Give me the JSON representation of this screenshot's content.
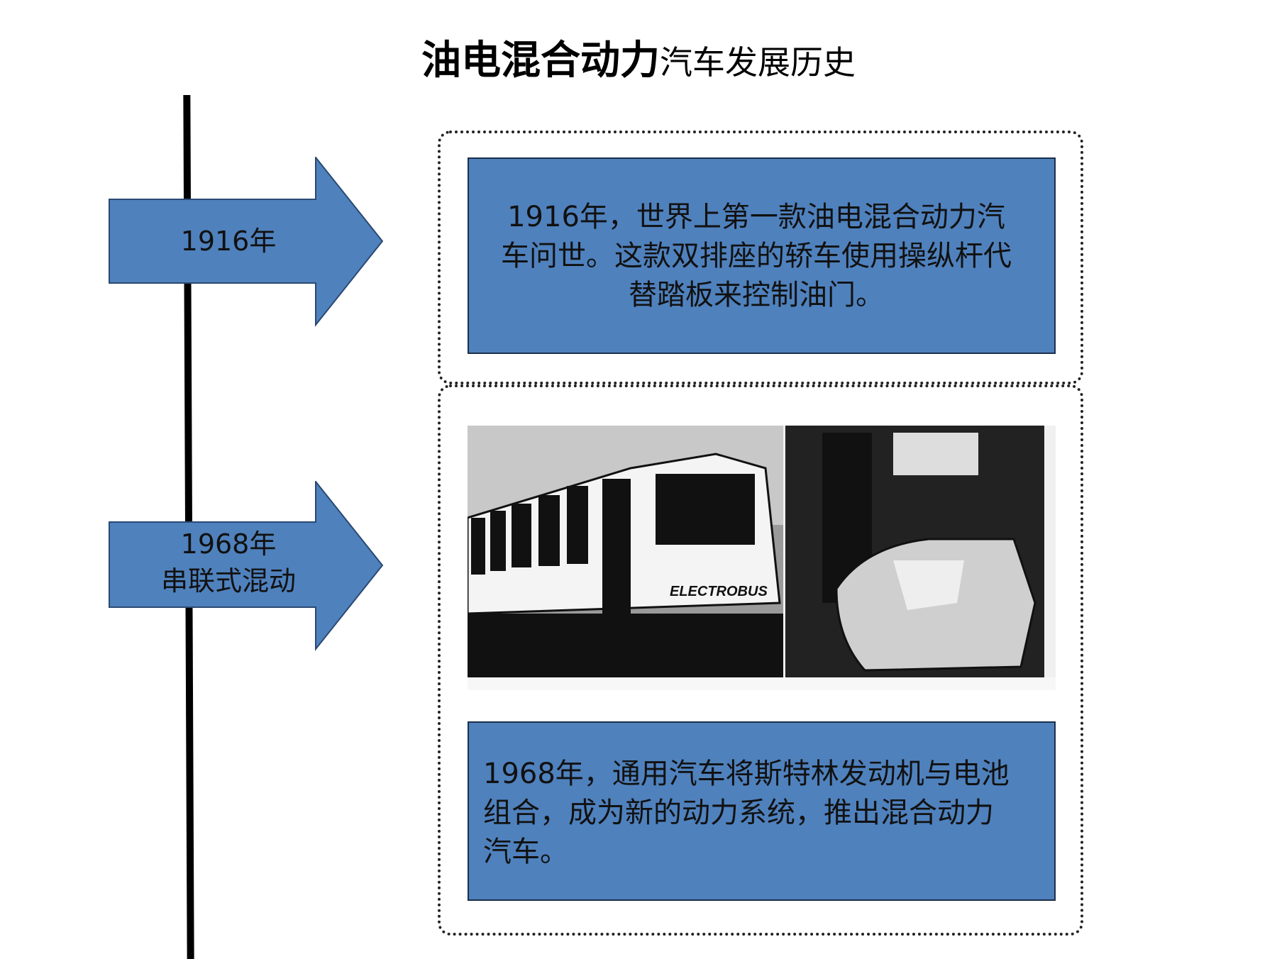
{
  "title": {
    "bold": "油电混合动力",
    "normal": "汽车发展历史"
  },
  "timeline": [
    {
      "label_lines": [
        "1916年"
      ],
      "description": "1916年，世界上第一款油电混合动力汽车问世。这款双排座的轿车使用操纵杆代替踏板来控制油门。"
    },
    {
      "label_lines": [
        "1968年",
        "串联式混动"
      ],
      "description": "1968年，通用汽车将斯特林发动机与电池组合，成为新的动力系统，推出混合动力汽车。",
      "photo_text": "ELECTROBUS"
    }
  ],
  "colors": {
    "accent": "#4f81bd"
  }
}
